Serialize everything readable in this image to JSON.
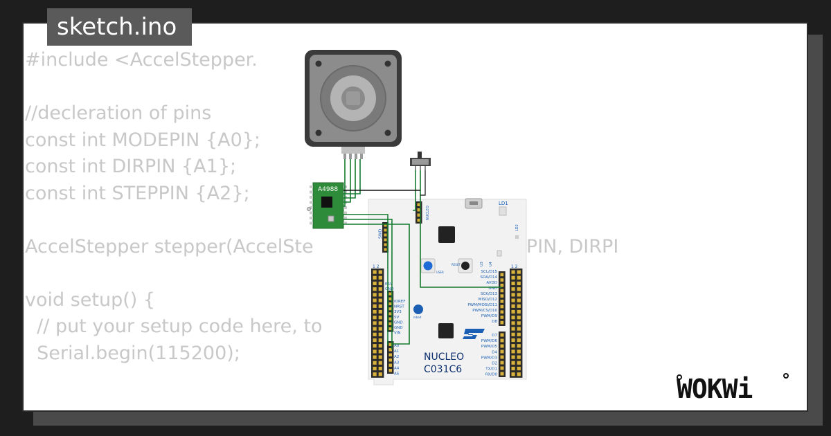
{
  "tab": {
    "filename": "sketch.ino"
  },
  "code_lines": [
    "#include <AccelStepper.",
    "",
    "//decleration of pins",
    "const int MODEPIN {A0};",
    "const int DIRPIN {A1};",
    "const int STEPPIN {A2};",
    "",
    "AccelStepper stepper(AccelSte                            STEPPIN, DIRPI",
    "",
    "void setup() {",
    "  // put your setup code here, to",
    "  Serial.begin(115200);"
  ],
  "driver": {
    "label": "A4988"
  },
  "board": {
    "brand": "NUCLEO",
    "model": "C031C6",
    "led_label": "LD1",
    "led2_label": "LD2",
    "swd_label": "SWD",
    "nucleo_label": "NUCLEO",
    "cn_left_label": "1 2",
    "cn_right_label": "1 2",
    "esv_label": "E5V",
    "gnd_top_label": "GND",
    "user_label": "USER",
    "reset_label": "RESET",
    "left_pins": [
      "IOREF",
      "NRST",
      "3V3",
      "5V",
      "GND",
      "GND",
      "VIN"
    ],
    "analog_pins": [
      "A0",
      "A1",
      "A2",
      "A3",
      "A4",
      "A5"
    ],
    "right_pins_top": [
      "SCL/D15",
      "SDA/D14",
      "AVDD",
      "GND",
      "SCK/D13",
      "MISO/D12",
      "PWM/MOSI/D11",
      "PWM/CS/D10",
      "PWM/D9",
      "D8"
    ],
    "right_pins_bottom": [
      "D7",
      "PWM/D6",
      "PWM/D5",
      "D4",
      "PWM/D3",
      "D2",
      "TX/D1",
      "RX/D0"
    ]
  },
  "logo": {
    "text": "WOKWi"
  },
  "colors": {
    "wire": "#137a2e",
    "pcb_green": "#2e8b3a",
    "board_white": "#f2f2f2",
    "board_blue_text": "#1a5fb4",
    "code_gray": "#c8c8c8"
  }
}
